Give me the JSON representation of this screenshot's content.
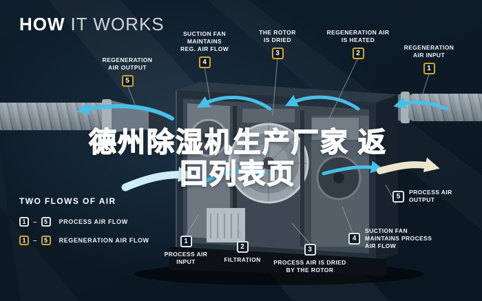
{
  "title": {
    "word_bold": "HOW",
    "word_light": "IT WORKS"
  },
  "watermark": {
    "text": "德州除湿机生产厂家 返回列表页"
  },
  "callouts": [
    {
      "num": "5",
      "label": "REGENERATION\nAIR OUTPUT",
      "flow": "regeneration"
    },
    {
      "num": "4",
      "label": "SUCTION FAN\nMAINTAINS\nREG. AIR FLOW",
      "flow": "regeneration"
    },
    {
      "num": "3",
      "label": "THE ROTOR\nIS DRIED",
      "flow": "regeneration"
    },
    {
      "num": "2",
      "label": "REGENERATION AIR\nIS HEATED",
      "flow": "regeneration"
    },
    {
      "num": "1",
      "label": "REGENERATION\nAIR INPUT",
      "flow": "regeneration"
    },
    {
      "num": "1",
      "label": "PROCESS AIR\nINPUT",
      "flow": "process"
    },
    {
      "num": "2",
      "label": "FILTRATION",
      "flow": "process"
    },
    {
      "num": "3",
      "label": "PROCESS AIR IS DRIED\nBY THE ROTOR",
      "flow": "process"
    },
    {
      "num": "4",
      "label": "SUCTION FAN\nMAINTAINS PROCESS\nAIR FLOW",
      "flow": "process"
    },
    {
      "num": "5",
      "label": "PROCESS AIR\nOUTPUT",
      "flow": "process"
    }
  ],
  "legend": {
    "heading": "TWO FLOWS OF AIR",
    "dash": "–",
    "rows": [
      {
        "from": "1",
        "to": "5",
        "label": "PROCESS AIR FLOW",
        "flow": "process"
      },
      {
        "from": "1",
        "to": "5",
        "label": "REGENERATION AIR FLOW",
        "flow": "regeneration"
      }
    ]
  },
  "colors": {
    "background": "#0c1924",
    "accent_cyan": "#45c0e8",
    "regeneration_badge": "#d2a62c",
    "process_badge": "#dfe5e9",
    "watermark_blue": "#8ecbe9",
    "output_cream": "#ece5cd"
  }
}
